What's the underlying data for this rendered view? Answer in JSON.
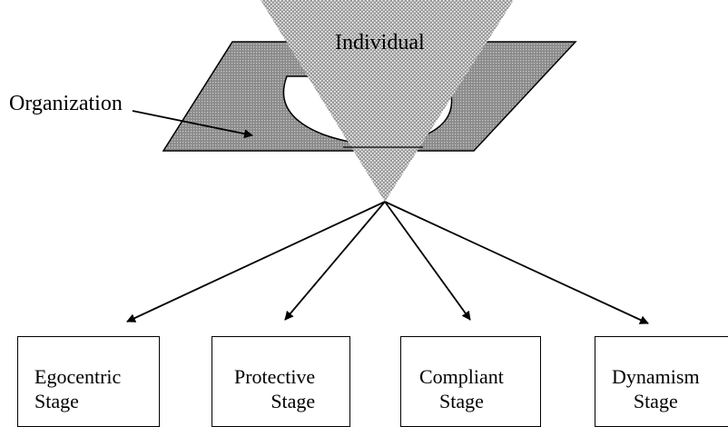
{
  "diagram": {
    "individual_label": "Individual",
    "organization_label": "Organization",
    "stages": [
      {
        "line1": "Egocentric",
        "line2": "Stage"
      },
      {
        "line1": "Protective",
        "line2": "Stage"
      },
      {
        "line1": "Compliant",
        "line2": "Stage"
      },
      {
        "line1": "Dynamism",
        "line2": "Stage"
      }
    ]
  }
}
